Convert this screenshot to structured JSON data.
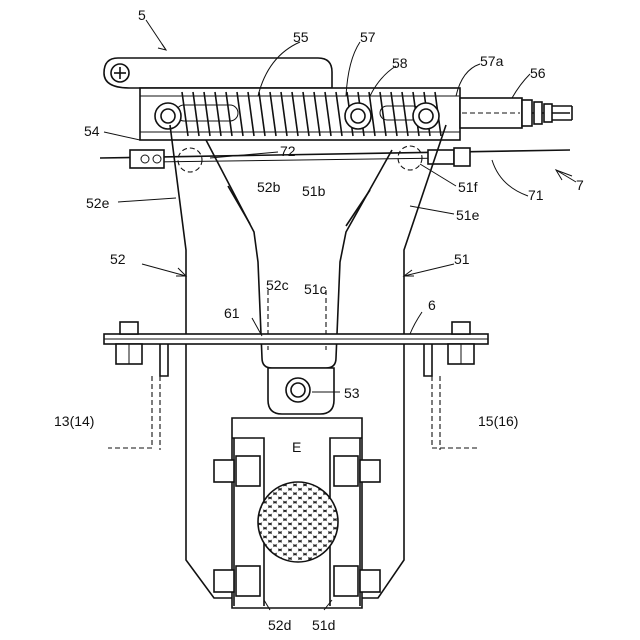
{
  "labels": {
    "l5": "5",
    "l55": "55",
    "l57": "57",
    "l58": "58",
    "l57a": "57a",
    "l56": "56",
    "l54": "54",
    "l72": "72",
    "l52b": "52b",
    "l51b": "51b",
    "l51f": "51f",
    "l71": "71",
    "l7": "7",
    "l52e": "52e",
    "l51e": "51e",
    "l52": "52",
    "l51": "51",
    "l52c": "52c",
    "l51c": "51c",
    "l61": "61",
    "l6": "6",
    "l53": "53",
    "l13_14": "13(14)",
    "l15_16": "15(16)",
    "lE": "E",
    "l52d": "52d",
    "l51d": "51d"
  }
}
